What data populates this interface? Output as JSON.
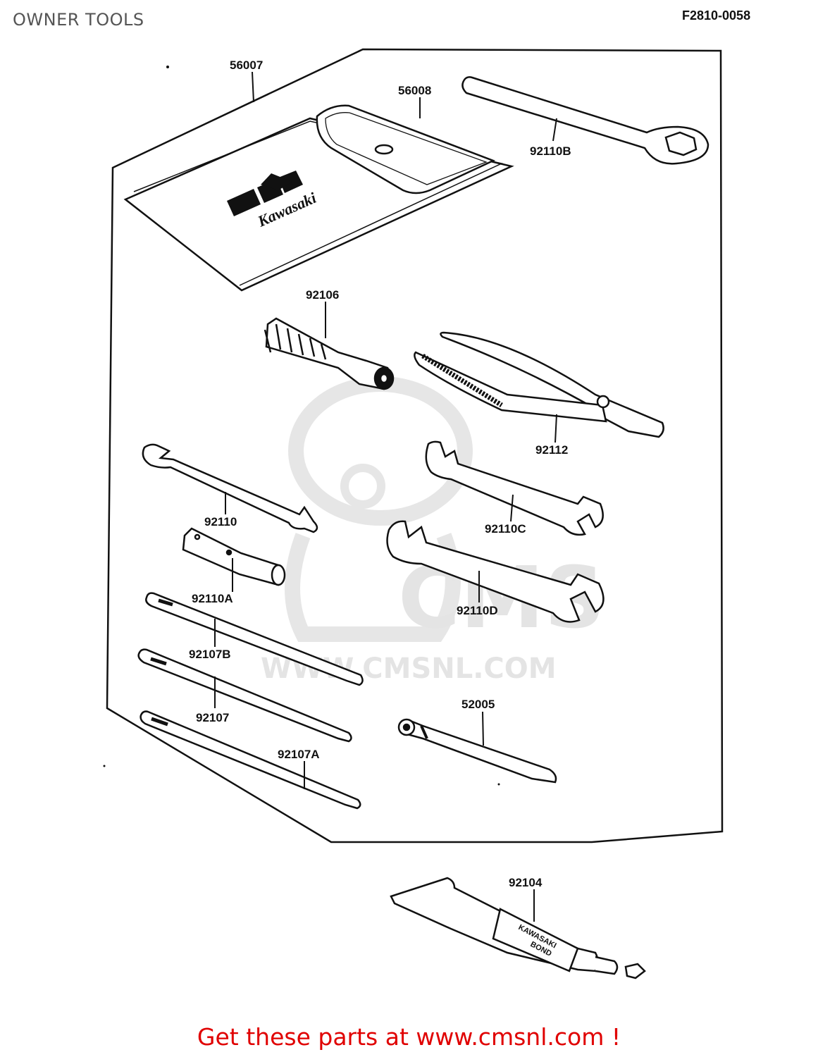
{
  "header": {
    "title": "OWNER TOOLS",
    "figure_code": "F2810-0058"
  },
  "parts": [
    {
      "number": "56007",
      "name": "tool-bag"
    },
    {
      "number": "56008",
      "name": "tool-pouch"
    },
    {
      "number": "92110B",
      "name": "ring-wrench"
    },
    {
      "number": "92106",
      "name": "handle"
    },
    {
      "number": "92112",
      "name": "pliers"
    },
    {
      "number": "92110",
      "name": "open-end-wrench-small"
    },
    {
      "number": "92110C",
      "name": "open-end-wrench-medium"
    },
    {
      "number": "92110A",
      "name": "spark-plug-wrench"
    },
    {
      "number": "92110D",
      "name": "open-end-wrench-large"
    },
    {
      "number": "92107B",
      "name": "screwdriver-b"
    },
    {
      "number": "92107",
      "name": "screwdriver"
    },
    {
      "number": "92107A",
      "name": "screwdriver-a"
    },
    {
      "number": "52005",
      "name": "extension-bar"
    },
    {
      "number": "92104",
      "name": "bond-tube"
    }
  ],
  "bag_logo": {
    "brand": "Kawasaki"
  },
  "tube_label": {
    "line1": "KAWASAKI",
    "line2": "BOND"
  },
  "watermark": {
    "logo": "CMS",
    "url": "WWW.CMSNL.COM"
  },
  "footer": {
    "text": "Get these parts at www.cmsnl.com !"
  },
  "colors": {
    "ink": "#111111",
    "footer": "#e00000",
    "watermark": "#e4e4e4"
  }
}
